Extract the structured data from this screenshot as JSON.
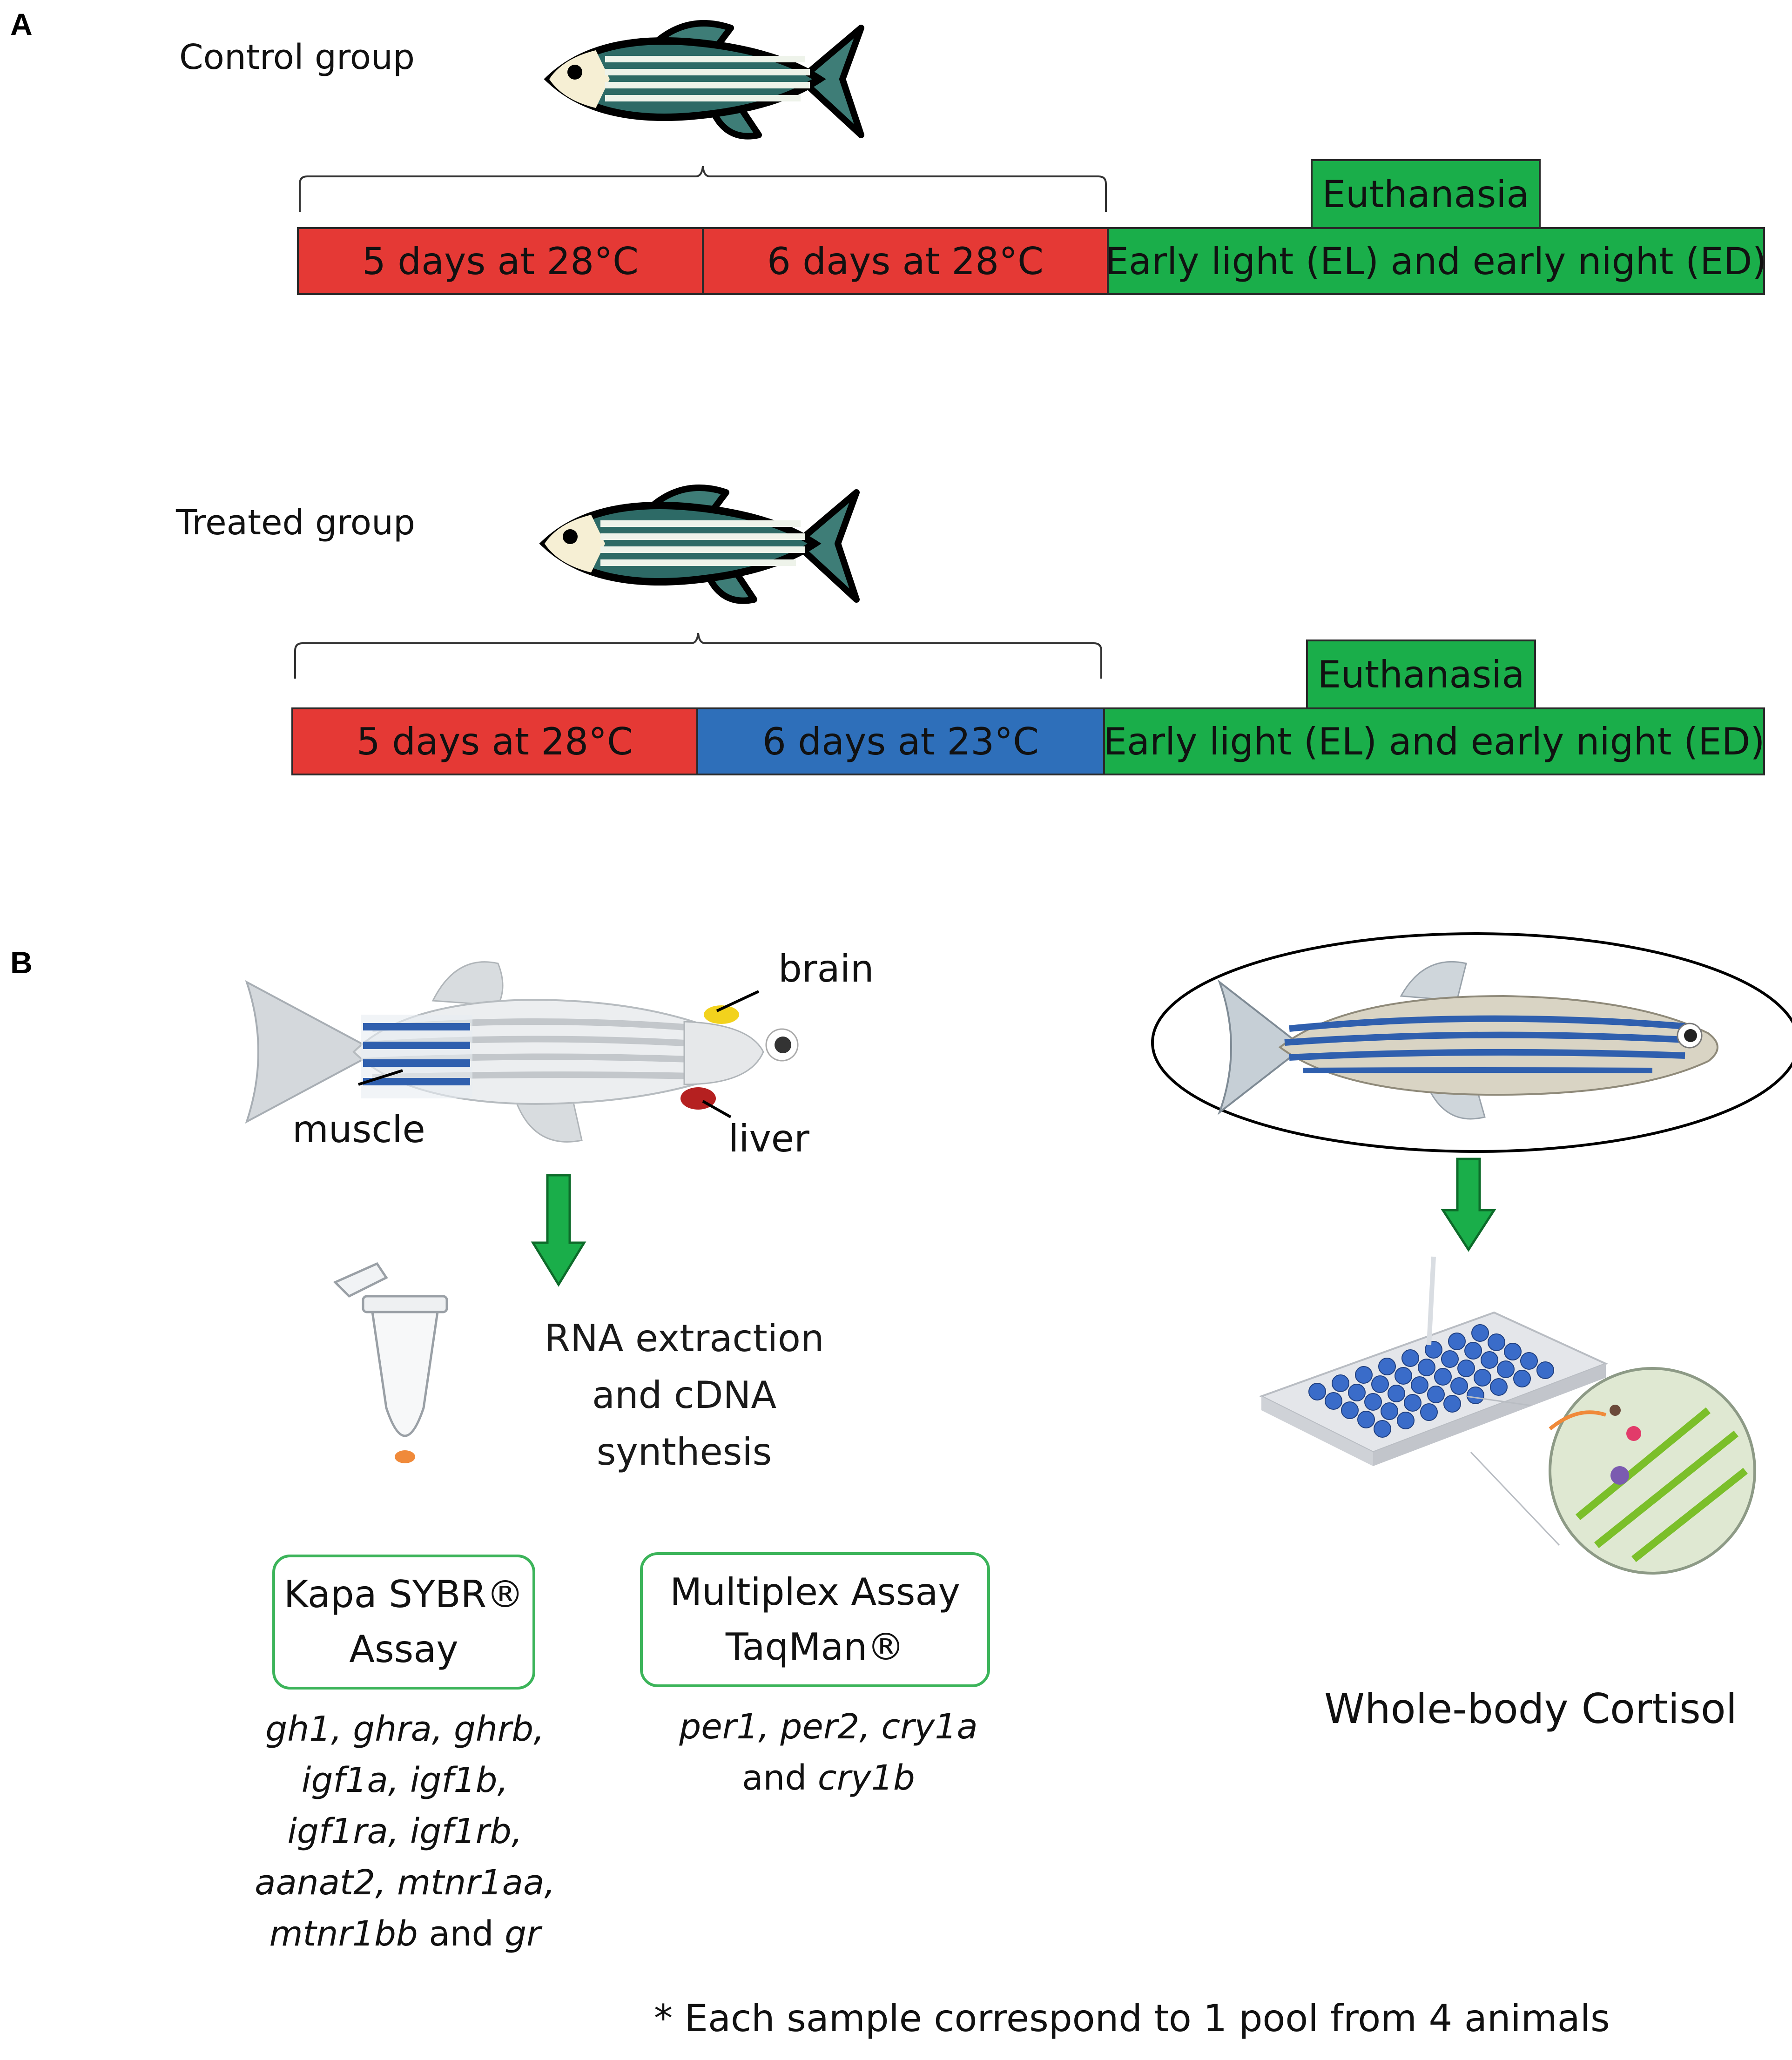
{
  "panel_a": {
    "letter": "A",
    "control": {
      "label": "Control group",
      "segment_1": "5 days at 28°C",
      "segment_2": "6 days at 28°C",
      "segment_3": "Early light (EL) and early night (ED)",
      "euthanasia": "Euthanasia"
    },
    "treated": {
      "label": "Treated group",
      "segment_1": "5 days at 28°C",
      "segment_2": "6 days at 23°C",
      "segment_3": "Early light (EL) and early night (ED)",
      "euthanasia": "Euthanasia"
    },
    "colors": {
      "warm": "#e53935",
      "cold": "#2e6fba",
      "sampling": "#1aae4a"
    }
  },
  "panel_b": {
    "letter": "B",
    "tissues": {
      "brain": "brain",
      "muscle": "muscle",
      "liver": "liver"
    },
    "rna_step": [
      "RNA extraction",
      "and cDNA",
      "synthesis"
    ],
    "kapa": {
      "title_line1": "Kapa SYBR®",
      "title_line2": "Assay",
      "genes": {
        "l1": "gh1, ghra, ghrb,",
        "l2": "igf1a, igf1b,",
        "l3": "igf1ra, igf1rb,",
        "l4": "aanat2, mtnr1aa,",
        "l5_gene": "mtnr1bb",
        "l5_and": " and ",
        "l5_gene2": "gr"
      }
    },
    "taqman": {
      "title_line1": "Multiplex Assay",
      "title_line2": "TaqMan®",
      "genes": {
        "l1": "per1, per2, cry1a",
        "l2_and": "and ",
        "l2_gene": "cry1b"
      }
    },
    "cortisol": "Whole-body Cortisol",
    "footnote": "* Each sample correspond to 1 pool from 4 animals"
  }
}
